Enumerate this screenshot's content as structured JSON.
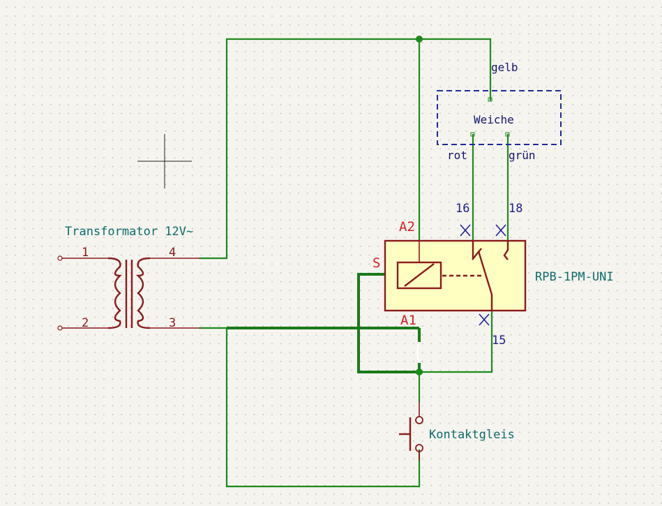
{
  "transformer": {
    "title": "Transformator 12V~",
    "pin1": "1",
    "pin2": "2",
    "pin3": "3",
    "pin4": "4"
  },
  "relay": {
    "name": "RPB-1PM-UNI",
    "pin_a2": "A2",
    "pin_a1": "A1",
    "pin_s": "S",
    "pin_16": "16",
    "pin_18": "18",
    "pin_15": "15"
  },
  "weiche": {
    "title": "Weiche",
    "pin_gelb": "gelb",
    "pin_rot": "rot",
    "pin_gruen": "grün"
  },
  "switch": {
    "name": "Kontaktgleis"
  },
  "colors": {
    "wire": "#1d8a1d",
    "symbol": "#8a1a1a",
    "symbol_fill": "#ffffc2",
    "sheet_border": "#1e2a9c",
    "pin_text": "#d42020",
    "value_text": "#0d6b6b"
  }
}
